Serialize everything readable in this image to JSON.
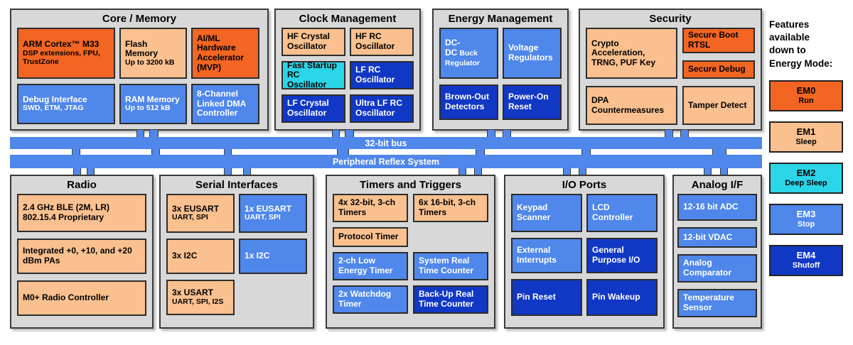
{
  "palette": {
    "em0": "#f26522",
    "em1": "#fac08f",
    "em2": "#2bd5e8",
    "em3": "#4f87ea",
    "em4": "#1138c4",
    "bus": "#4f87ea",
    "section_bg": "#d8d8d8",
    "border": "#3a3a3a"
  },
  "buses": {
    "bus1_label": "32-bit bus",
    "bus2_label": "Peripheral Reflex System"
  },
  "legend": {
    "title": "Features\navailable\ndown to\nEnergy Mode:",
    "modes": [
      {
        "code": "EM0",
        "name": "Run",
        "em": "em0"
      },
      {
        "code": "EM1",
        "name": "Sleep",
        "em": "em1"
      },
      {
        "code": "EM2",
        "name": "Deep Sleep",
        "em": "em2"
      },
      {
        "code": "EM3",
        "name": "Stop",
        "em": "em3"
      },
      {
        "code": "EM4",
        "name": "Shutoff",
        "em": "em4"
      }
    ]
  },
  "sections": [
    {
      "title": "Core / Memory",
      "blocks": [
        {
          "main": "ARM Cortex™ M33",
          "sub": "DSP extensions, FPU, TrustZone",
          "em": "em0"
        },
        {
          "main": "Flash Memory",
          "sub": "Up to 3200 kB",
          "em": "em1"
        },
        {
          "main": "AI/ML Hardware Accelerator (MVP)",
          "em": "em0"
        },
        {
          "main": "Debug Interface",
          "sub": "SWD, ETM, JTAG",
          "em": "em3"
        },
        {
          "main": "RAM Memory",
          "sub": "Up to 512 kB",
          "em": "em3"
        },
        {
          "main": "8-Channel Linked DMA Controller",
          "em": "em3"
        }
      ]
    },
    {
      "title": "Clock Management",
      "blocks": [
        {
          "main": "HF Crystal Oscillator",
          "em": "em1"
        },
        {
          "main": "HF RC Oscillator",
          "em": "em1"
        },
        {
          "main": "Fast Startup RC Oscillator",
          "em": "em2"
        },
        {
          "main": "LF RC Oscillator",
          "em": "em4"
        },
        {
          "main": "LF Crystal Oscillator",
          "em": "em4"
        },
        {
          "main": "Ultra LF RC Oscillator",
          "em": "em4"
        }
      ]
    },
    {
      "title": "Energy Management",
      "blocks": [
        {
          "main": "DC-DC",
          "subinline": "Buck Regulator",
          "em": "em3"
        },
        {
          "main": "Voltage Regulators",
          "em": "em3"
        },
        {
          "main": "Brown-Out Detectors",
          "em": "em4"
        },
        {
          "main": "Power-On Reset",
          "em": "em4"
        }
      ]
    },
    {
      "title": "Security",
      "blocks": [
        {
          "main": "Crypto Acceleration, TRNG, PUF Key",
          "em": "em1"
        },
        {
          "main": "Secure Boot RTSL",
          "em": "em0"
        },
        {
          "main": "Secure Debug",
          "em": "em0"
        },
        {
          "main": "DPA Countermeasures",
          "em": "em1"
        },
        {
          "main": "Tamper Detect",
          "em": "em1"
        }
      ]
    },
    {
      "title": "Radio",
      "blocks": [
        {
          "main": "2.4 GHz BLE (2M, LR)",
          "main2": "802.15.4 Proprietary",
          "em": "em1"
        },
        {
          "main": "Integrated +0, +10, and +20 dBm PAs",
          "em": "em1"
        },
        {
          "main": "M0+ Radio Controller",
          "em": "em1"
        }
      ]
    },
    {
      "title": "Serial Interfaces",
      "blocks": [
        {
          "main": "3x EUSART",
          "sub": "UART, SPI",
          "em": "em1"
        },
        {
          "main": "1x EUSART",
          "sub": "UART, SPI",
          "em": "em3"
        },
        {
          "main": "3x I2C",
          "em": "em1"
        },
        {
          "main": "1x I2C",
          "em": "em3"
        },
        {
          "main": "3x USART",
          "sub": "UART, SPI, I2S",
          "em": "em1"
        }
      ]
    },
    {
      "title": "Timers and Triggers",
      "blocks": [
        {
          "main": "4x 32-bit, 3-ch Timers",
          "em": "em1"
        },
        {
          "main": "6x 16-bit, 3-ch Timers",
          "em": "em1"
        },
        {
          "main": "Protocol Timer",
          "em": "em1"
        },
        {
          "main": "2-ch Low Energy Timer",
          "em": "em3"
        },
        {
          "main": "System Real Time Counter",
          "em": "em3"
        },
        {
          "main": "2x Watchdog Timer",
          "em": "em3"
        },
        {
          "main": "Back-Up Real Time Counter",
          "em": "em4"
        }
      ]
    },
    {
      "title": "I/O Ports",
      "blocks": [
        {
          "main": "Keypad Scanner",
          "em": "em3"
        },
        {
          "main": "LCD Controller",
          "em": "em3"
        },
        {
          "main": "External Interrupts",
          "em": "em3"
        },
        {
          "main": "General Purpose I/O",
          "em": "em4"
        },
        {
          "main": "Pin Reset",
          "em": "em4"
        },
        {
          "main": "Pin Wakeup",
          "em": "em4"
        }
      ]
    },
    {
      "title": "Analog I/F",
      "blocks": [
        {
          "main": "12-16 bit ADC",
          "em": "em3"
        },
        {
          "main": "12-bit VDAC",
          "em": "em3"
        },
        {
          "main": "Analog Comparator",
          "em": "em3"
        },
        {
          "main": "Temperature Sensor",
          "em": "em3"
        }
      ]
    }
  ]
}
